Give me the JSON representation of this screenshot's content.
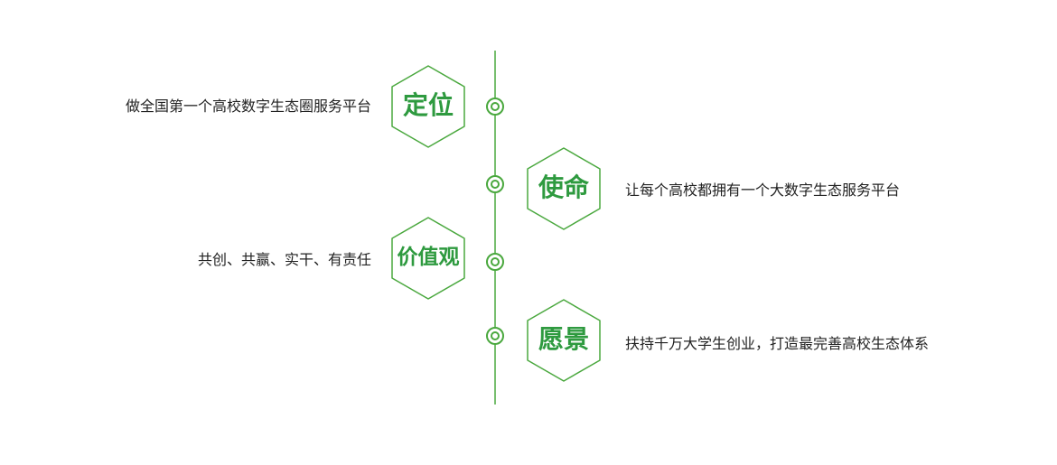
{
  "colors": {
    "accent": "#4aa83e",
    "title": "#2e9a3f",
    "text": "#222222",
    "background": "#ffffff"
  },
  "items": [
    {
      "title": "定位",
      "text": "做全国第一个高校数字生态圈服务平台",
      "side": "left"
    },
    {
      "title": "使命",
      "text": "让每个高校都拥有一个大数字生态服务平台",
      "side": "right"
    },
    {
      "title": "价值观",
      "text": "共创、共赢、实干、有责任",
      "side": "left"
    },
    {
      "title": "愿景",
      "text": "扶持千万大学生创业，打造最完善高校生态体系",
      "side": "right"
    }
  ]
}
